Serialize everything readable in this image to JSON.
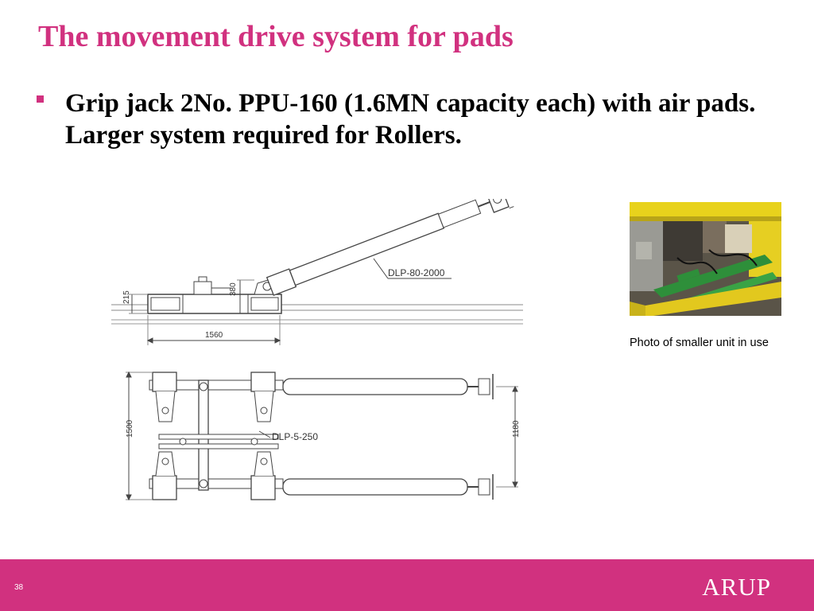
{
  "slide": {
    "title": "The movement drive system for pads",
    "bullet": "Grip jack 2No. PPU-160 (1.6MN capacity each) with air pads. Larger system required for Rollers.",
    "caption": "Photo of smaller unit in use",
    "page_number": "38",
    "logo_text": "ARUP",
    "colors": {
      "accent": "#d1317f",
      "text": "#000000",
      "footer_text": "#ffffff"
    }
  },
  "drawing": {
    "side_view": {
      "label_ram": "DLP-80-2000",
      "dim_height": "215",
      "dim_pivot": "380",
      "dim_length": "1560"
    },
    "plan_view": {
      "label_jack": "DLP-5-250",
      "dim_width": "1500",
      "dim_track": "1180"
    }
  }
}
